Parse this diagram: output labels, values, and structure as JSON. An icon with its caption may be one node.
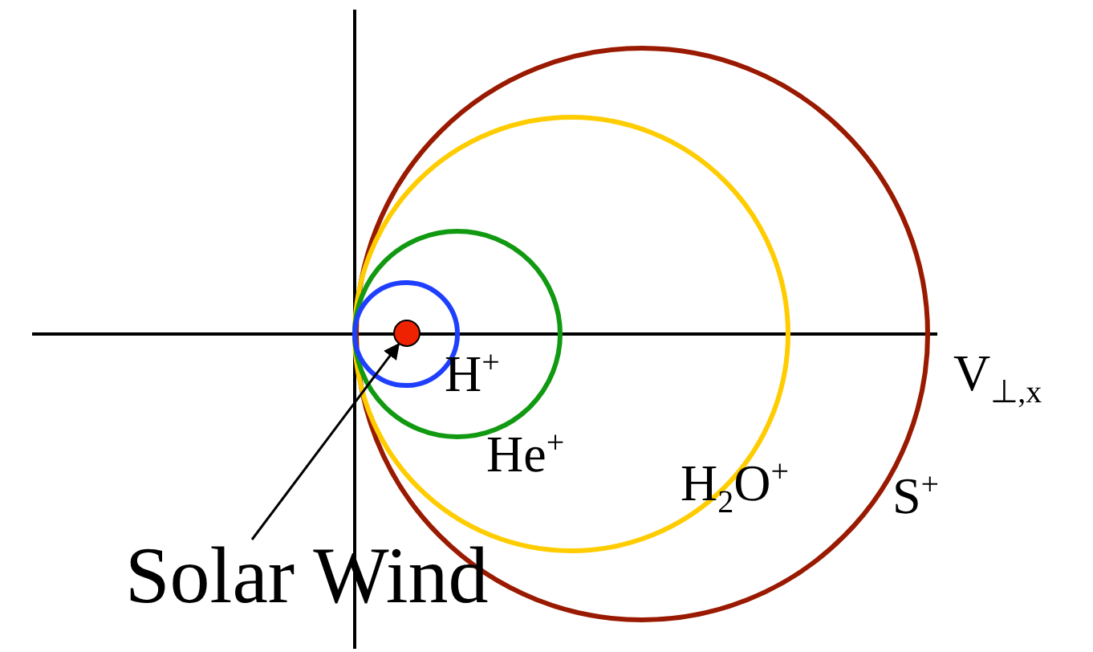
{
  "diagram": {
    "nodes": [
      {
        "text": [
          "Solar Wind"
        ]
      },
      {
        "text": [],
        "shape": "circle"
      }
    ],
    "edges": [
      {
        "from": 0,
        "to": 1,
        "arrow": "to"
      }
    ],
    "labels": [
      "H$^{+}$",
      "He$^{+}$",
      "H$_{2}$O$^{+}$",
      "S$^{+}$",
      "V$_{⊥,x}$"
    ]
  }
}
